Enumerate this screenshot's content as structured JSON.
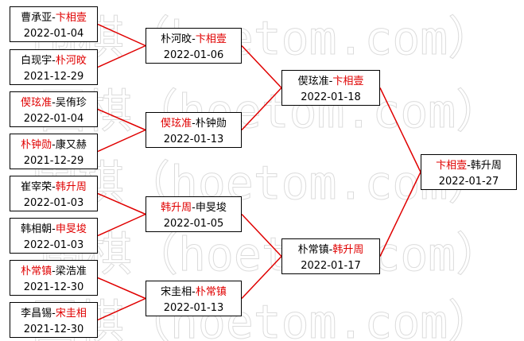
{
  "watermark": "围棋（hoetom.com）",
  "colors": {
    "winner": "#e00000",
    "line": "#e00000",
    "text": "#000000",
    "border": "#000000"
  },
  "rounds": [
    {
      "name": "round-1",
      "matches": [
        {
          "p1": "曹承亚",
          "p2": "卞相壹",
          "winner": 2,
          "date": "2022-01-04"
        },
        {
          "p1": "白现宇",
          "p2": "朴河旼",
          "winner": 2,
          "date": "2021-12-29"
        },
        {
          "p1": "偰玹准",
          "p2": "吴侑珍",
          "winner": 1,
          "date": "2022-01-04"
        },
        {
          "p1": "朴钟勋",
          "p2": "康又赫",
          "winner": 1,
          "date": "2021-12-29"
        },
        {
          "p1": "崔宰荣",
          "p2": "韩升周",
          "winner": 2,
          "date": "2022-01-03"
        },
        {
          "p1": "韩相朝",
          "p2": "申旻埈",
          "winner": 2,
          "date": "2022-01-03"
        },
        {
          "p1": "朴常镇",
          "p2": "梁浩准",
          "winner": 1,
          "date": "2021-12-30"
        },
        {
          "p1": "李昌锡",
          "p2": "宋圭相",
          "winner": 2,
          "date": "2021-12-30"
        }
      ]
    },
    {
      "name": "round-2",
      "matches": [
        {
          "p1": "朴河旼",
          "p2": "卞相壹",
          "winner": 2,
          "date": "2022-01-06"
        },
        {
          "p1": "偰玹准",
          "p2": "朴钟勋",
          "winner": 1,
          "date": "2022-01-13"
        },
        {
          "p1": "韩升周",
          "p2": "申旻埈",
          "winner": 1,
          "date": "2022-01-05"
        },
        {
          "p1": "宋圭相",
          "p2": "朴常镇",
          "winner": 2,
          "date": "2022-01-13"
        }
      ]
    },
    {
      "name": "semifinal",
      "matches": [
        {
          "p1": "偰玹准",
          "p2": "卞相壹",
          "winner": 2,
          "date": "2022-01-18"
        },
        {
          "p1": "朴常镇",
          "p2": "韩升周",
          "winner": 2,
          "date": "2022-01-17"
        }
      ]
    },
    {
      "name": "final",
      "matches": [
        {
          "p1": "卞相壹",
          "p2": "韩升周",
          "winner": 1,
          "date": "2022-01-27"
        }
      ]
    }
  ]
}
